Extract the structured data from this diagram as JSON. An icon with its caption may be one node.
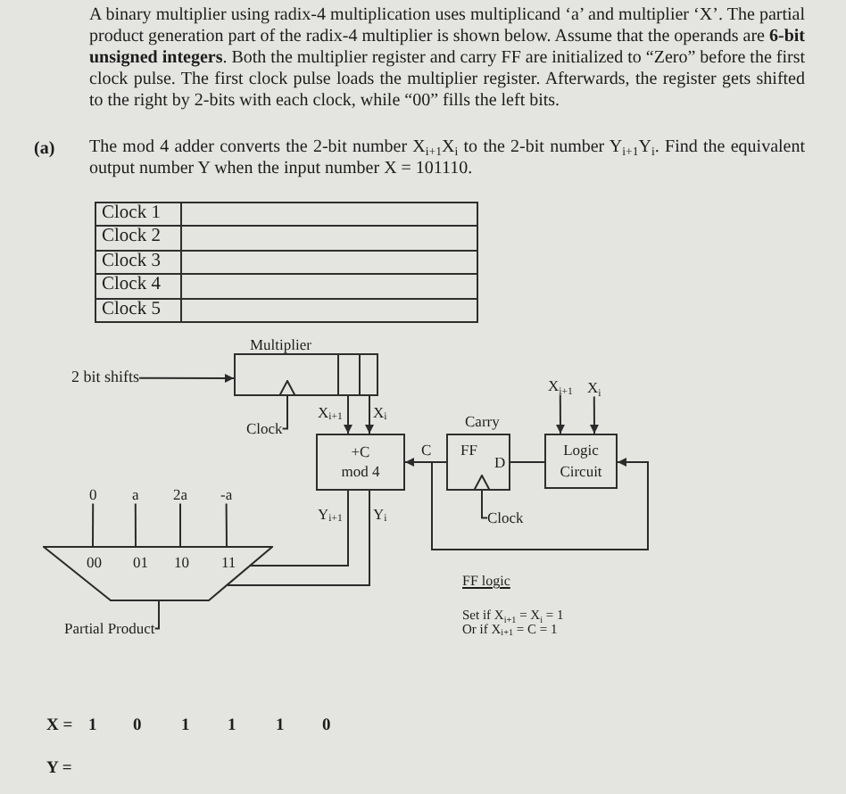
{
  "diagram": {
    "nodes": [
      {
        "text": [
          "Multiplier"
        ]
      },
      {
        "text": [
          "2 bit shifts"
        ]
      },
      {
        "text": [
          "X$_{i+1}$"
        ]
      },
      {
        "text": [
          "X$_{i}$"
        ]
      },
      {
        "text": [
          "Clock"
        ]
      },
      {
        "text": [
          "+C",
          "mod 4"
        ]
      },
      {
        "text": [
          "Carry",
          "FF",
          "D"
        ]
      },
      {
        "text": [
          "Logic Circuit"
        ]
      },
      {
        "text": [
          "0"
        ]
      },
      {
        "text": [
          "a"
        ]
      },
      {
        "text": [
          "2a"
        ]
      },
      {
        "text": [
          "-a"
        ]
      },
      {
        "text": [
          "Clock"
        ]
      },
      {
        "text": [
          "00",
          "01",
          "10",
          "11"
        ]
      },
      {
        "text": [
          "Partial Product"
        ]
      }
    ],
    "edges": [
      {
        "from": 1,
        "to": 0,
        "arrow": "to"
      },
      {
        "from": 4,
        "to": 0,
        "arrow": "to"
      },
      {
        "from": 0,
        "to": 5,
        "arrow": "to",
        "label": "X$_{i+1}$"
      },
      {
        "from": 0,
        "to": 5,
        "arrow": "to",
        "label": "X$_{i}$"
      },
      {
        "from": 2,
        "to": 7,
        "arrow": "to"
      },
      {
        "from": 3,
        "to": 7,
        "arrow": "to"
      },
      {
        "from": 6,
        "to": 5,
        "arrow": "to",
        "label": "C"
      },
      {
        "from": 7,
        "to": 6,
        "arrow": "none"
      },
      {
        "from": 12,
        "to": 6,
        "arrow": "to"
      },
      {
        "from": 6,
        "to": 7,
        "arrow": "to"
      },
      {
        "from": 5,
        "to": 13,
        "arrow": "none",
        "label": "Y$_{i+1}$"
      },
      {
        "from": 5,
        "to": 13,
        "arrow": "none",
        "label": "Y$_{i}$"
      },
      {
        "from": 8,
        "to": 13,
        "arrow": "none"
      },
      {
        "from": 9,
        "to": 13,
        "arrow": "none"
      },
      {
        "from": 10,
        "to": 13,
        "arrow": "none"
      },
      {
        "from": 11,
        "to": 13,
        "arrow": "none"
      },
      {
        "from": 13,
        "to": 14,
        "arrow": "none"
      }
    ],
    "labels": [
      "A binary multiplier using radix-4 multiplication uses multiplicand ‘a’ and multiplier ‘X’. The partial product generation part of the radix-4 multiplier is shown below. Assume that the operands are **6-bit unsigned integers**. Both the multiplier register and carry FF are initialized to “Zero” before the first clock pulse. The first clock pulse loads the multiplier register. Afterwards, the register gets shifted to the right by 2-bits with each clock, while “00” fills the left bits.",
      "(a)",
      "The mod 4 adder converts the 2-bit number X$_{i+1}$X$_{i}$ to the 2-bit number Y$_{i+1}$Y$_{i}$. Find the equivalent output number Y when the input number X = 101110.",
      "Clock 1",
      "Clock 2",
      "Clock 3",
      "Clock 4",
      "Clock 5",
      "FF logic",
      "Set if X$_{i+1}$ = X$_{i}$ = 1",
      "Or if X$_{i+1}$ = C = 1",
      "X =",
      "1",
      "0",
      "1",
      "1",
      "1",
      "0",
      "Y ="
    ]
  }
}
